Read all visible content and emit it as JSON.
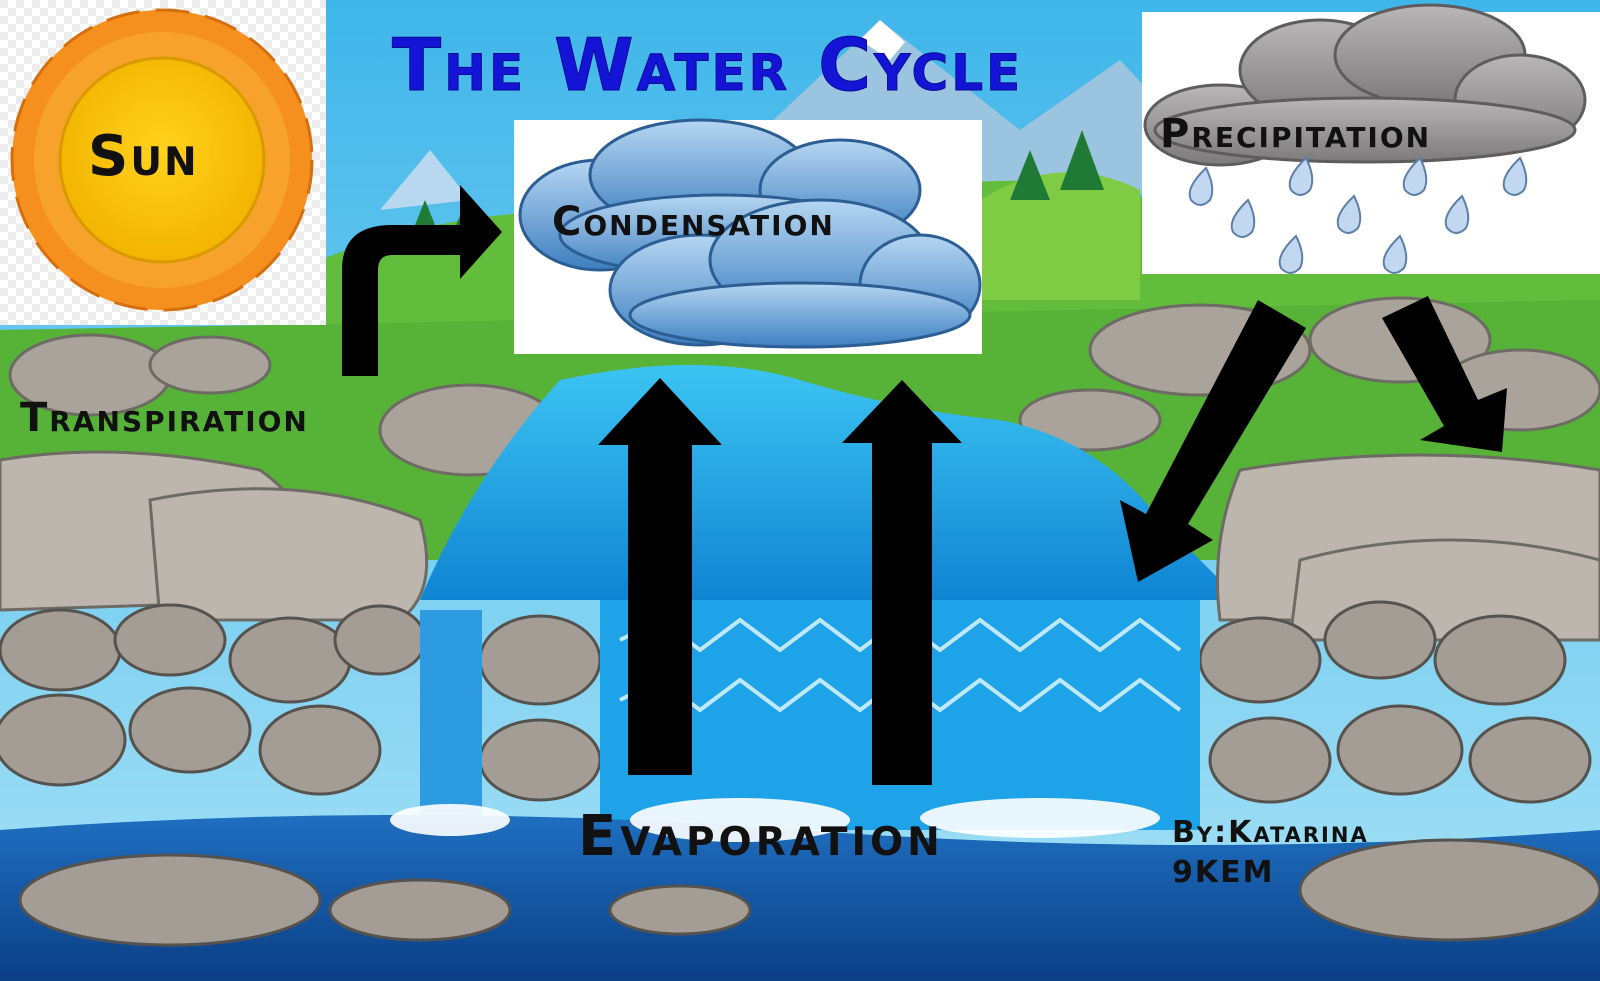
{
  "title": "The Water Cycle",
  "labels": {
    "sun": "Sun",
    "transpiration": "Transpiration",
    "condensation": "Condensation",
    "precipitation": "Precipitation",
    "evaporation": "Evaporation"
  },
  "author": {
    "name": "By:Katarina",
    "class": "9KEM"
  },
  "colors": {
    "title": "#1414d6",
    "sun_core": "#f8c400",
    "sun_rays": "#f5901e",
    "sky": "#5ec8ee",
    "grass": "#58b83a",
    "water": "#1ea6e6",
    "rock": "#a8a29a",
    "arrow": "#000000",
    "cloud": "#5b94c8",
    "rain_cloud": "#9a9898"
  },
  "icons": {
    "sun": "sun-icon",
    "condensation": "cloud-icon",
    "precipitation": "rain-cloud-icon"
  }
}
